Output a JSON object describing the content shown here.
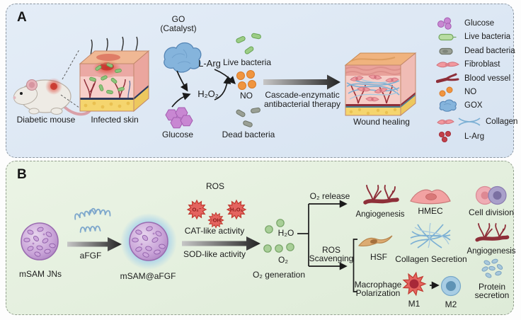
{
  "panel_a": {
    "label": "A",
    "mouse_label": "Diabetic mouse",
    "skin_label": "Infected skin",
    "go_line1": "GO",
    "go_line2": "(Catalyst)",
    "glucose_label": "Glucose",
    "h2o2_label": "H₂O₂",
    "larg_label": "L-Arg",
    "live_bacteria_label": "Live bacteria",
    "no_label": "NO",
    "dead_bacteria_label": "Dead bacteria",
    "therapy_line1": "Cascade-enzymatic",
    "therapy_line2": "antibacterial therapy",
    "wound_label": "Wound healing",
    "legend": [
      {
        "icon": "glucose-icon",
        "label": "Glucose"
      },
      {
        "icon": "live-bacteria-icon",
        "label": "Live bacteria"
      },
      {
        "icon": "dead-bacteria-icon",
        "label": "Dead bacteria"
      },
      {
        "icon": "fibroblast-icon",
        "label": "Fibroblast"
      },
      {
        "icon": "blood-vessel-icon",
        "label": "Blood vessel"
      },
      {
        "icon": "no-icon",
        "label": "NO"
      },
      {
        "icon": "gox-icon",
        "label": "GOX"
      },
      {
        "icon": "collagen-icon",
        "label": "Collagen"
      },
      {
        "icon": "l-arg-icon",
        "label": "L-Arg"
      }
    ]
  },
  "panel_b": {
    "label": "B",
    "msam_jns_label": "mSAM JNs",
    "afgf_label": "aFGF",
    "msam_afgf_label": "mSAM@aFGF",
    "ros_label": "ROS",
    "ros_species": [
      "O₂⁻",
      "·OH",
      "H₂O₂"
    ],
    "cat_label": "CAT-like activity",
    "sod_label": "SOD-like activity",
    "h2o_label": "H₂O",
    "o2_label": "O₂",
    "o2_generation_label": "O₂ generation",
    "o2_release_label": "O₂ release",
    "ros_scavenging_line1": "ROS",
    "ros_scavenging_line2": "Scavenging",
    "angiogenesis1_label": "Angiogenesis",
    "hmec_label": "HMEC",
    "cell_division_label": "Cell division",
    "hsf_label": "HSF",
    "collagen_secretion_label": "Collagen Secretion",
    "angiogenesis2_label": "Angiogenesis",
    "macrophage_line1": "Macrophage",
    "macrophage_line2": "Polarization",
    "m1_label": "M1",
    "m2_label": "M2",
    "protein_line1": "Protein",
    "protein_line2": "secretion"
  },
  "colors": {
    "panel_a_bg": "#dce7f4",
    "panel_b_bg": "#e4f0e1",
    "glucose_purple": "#c887d2",
    "bacteria_green": "#9ccd86",
    "dead_gray": "#9aa095",
    "no_orange": "#f0953f",
    "gox_blue": "#85b4dc",
    "vessel_red": "#8e2f39",
    "ros_red": "#e4645f",
    "sphere_purple": "#c9a0d4",
    "collagen_blue": "#7cb0d4",
    "o2_green": "#a8cf97",
    "larg_red": "#c2404a"
  }
}
